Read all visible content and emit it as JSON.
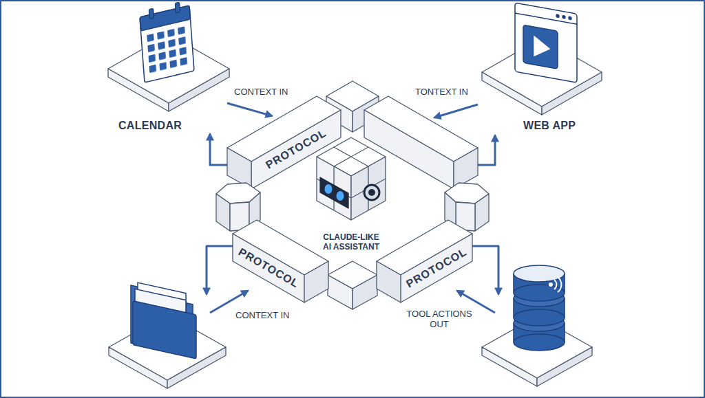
{
  "diagram": {
    "nodes": [
      {
        "text": [
          "CALENDAR"
        ]
      },
      {
        "text": [
          "PROTOCOL"
        ]
      },
      {
        "text": [
          "WEB APP"
        ]
      },
      {
        "text": [
          "CLAUDE-LIKE AI ASSISTANT"
        ]
      },
      {
        "text": [
          "PROTOCOL"
        ]
      },
      {
        "text": [
          "PROTOCOL"
        ]
      }
    ],
    "edges": [
      {
        "from": 0,
        "to": 1,
        "label": "CONTEXT IN",
        "arrow": "to"
      },
      {
        "from": 1,
        "to": 0,
        "arrow": "to"
      }
    ],
    "labels": [
      "TONTEXT IN",
      "CONTEXT IN",
      "TOOL ACTIONS OUT"
    ]
  }
}
